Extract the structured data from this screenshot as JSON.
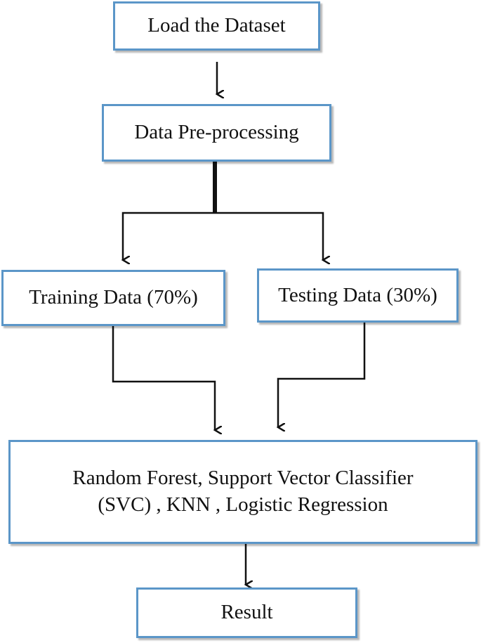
{
  "nodes": {
    "load_dataset": "Load the Dataset",
    "preprocessing": "Data Pre-processing",
    "training_data": "Training Data (70%)",
    "testing_data": "Testing Data (30%)",
    "models": {
      "line1": "Random Forest, Support Vector Classifier",
      "line2": "(SVC) , KNN , Logistic Regression"
    },
    "result": "Result"
  },
  "colors": {
    "box_border": "#5b96c8",
    "arrow": "#111111"
  }
}
